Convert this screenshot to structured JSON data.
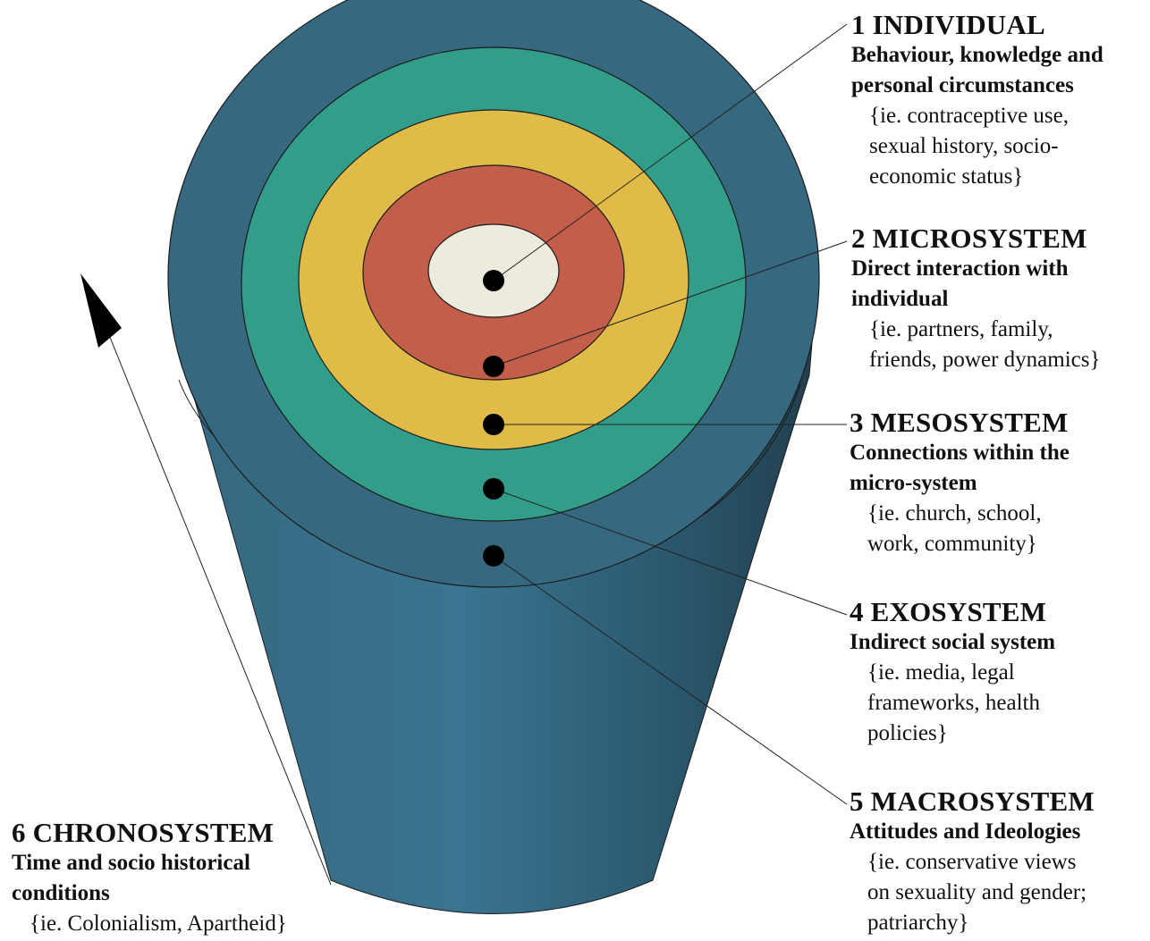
{
  "levels": [
    {
      "title": "1 INDIVIDUAL",
      "subtitle_lines": [
        "Behaviour, knowledge and",
        "personal circumstances"
      ],
      "example_lines": [
        "{ie. contraceptive use,",
        "sexual history, socio-",
        "economic status}"
      ],
      "color": "#ecebdd"
    },
    {
      "title": "2 MICROSYSTEM",
      "subtitle_lines": [
        "Direct interaction with",
        "individual"
      ],
      "example_lines": [
        "{ie. partners, family,",
        "friends, power dynamics}"
      ],
      "color": "#c25e49"
    },
    {
      "title": "3 MESOSYSTEM",
      "subtitle_lines": [
        "Connections within the",
        "micro-system"
      ],
      "example_lines": [
        "{ie. church, school,",
        "work, community}"
      ],
      "color": "#e1bb48"
    },
    {
      "title": "4 EXOSYSTEM",
      "subtitle_lines": [
        "Indirect social system"
      ],
      "example_lines": [
        "{ie. media, legal",
        "frameworks, health",
        "policies}"
      ],
      "color": "#329e8a"
    },
    {
      "title": "5 MACROSYSTEM",
      "subtitle_lines": [
        "Attitudes and Ideologies"
      ],
      "example_lines": [
        "{ie. conservative views",
        "on sexuality and gender;",
        "patriarchy}"
      ],
      "color": "#36697f"
    },
    {
      "title": "6 CHRONOSYSTEM",
      "subtitle_lines": [
        "Time and socio historical",
        "conditions"
      ],
      "example_lines": [
        "{ie. Colonialism, Apartheid}"
      ],
      "color": "#36697f"
    }
  ],
  "colors": {
    "cylinder_side": "#38708a",
    "cylinder_side_dark": "#24495a",
    "outline": "#1b1b1b",
    "dot": "#000000",
    "arrow": "#000000"
  }
}
